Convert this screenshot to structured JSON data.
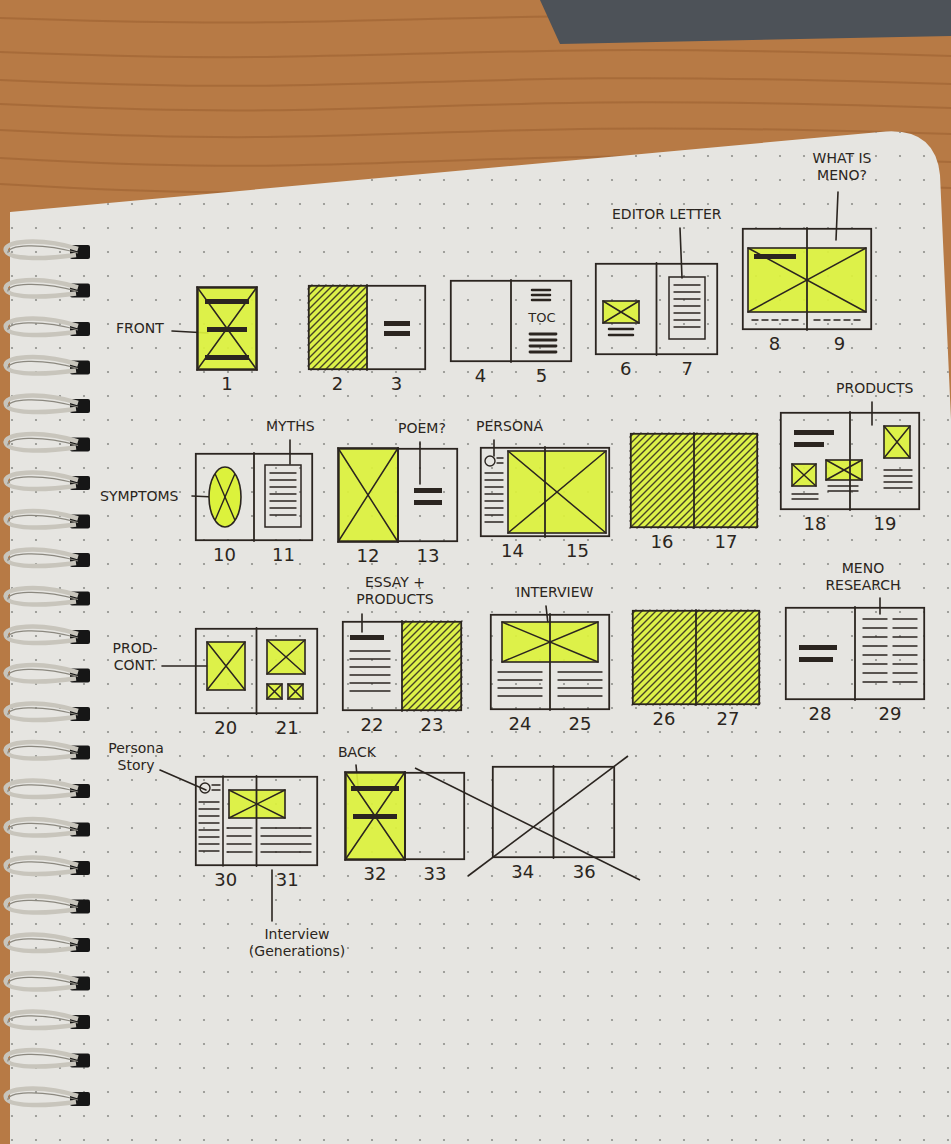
{
  "diagram": {
    "nodes": [
      {
        "text": [
          "1"
        ]
      },
      {
        "text": [
          "2",
          "3"
        ]
      },
      {
        "text": [
          "TOC",
          "4",
          "5"
        ]
      },
      {
        "text": [
          "6",
          "7"
        ]
      },
      {
        "text": [
          "8",
          "9"
        ]
      },
      {
        "text": [
          "10",
          "11"
        ]
      },
      {
        "text": [
          "12",
          "13"
        ]
      },
      {
        "text": [
          "14",
          "15"
        ]
      },
      {
        "text": [
          "16",
          "17"
        ]
      },
      {
        "text": [
          "18",
          "19"
        ]
      },
      {
        "text": [
          "20",
          "21"
        ]
      },
      {
        "text": [
          "22",
          "23"
        ]
      },
      {
        "text": [
          "24",
          "25"
        ]
      },
      {
        "text": [
          "26",
          "27"
        ]
      },
      {
        "text": [
          "28",
          "29"
        ]
      },
      {
        "text": [
          "30",
          "31"
        ]
      },
      {
        "text": [
          "32",
          "33"
        ]
      },
      {
        "text": [
          "34",
          "36"
        ]
      }
    ],
    "labels": [
      "FRONT",
      "EDITOR LETTER",
      "WHAT IS MENO?",
      "SYMPTOMS",
      "MYTHS",
      "POEM?",
      "PERSONA",
      "PRODUCTS",
      "PROD- CONT.",
      "ESSAY + PRODUCTS",
      "INTERVIEW",
      "MENO RESEARCH",
      "Persona Story",
      "BACK",
      "Interview (Generations)"
    ]
  }
}
